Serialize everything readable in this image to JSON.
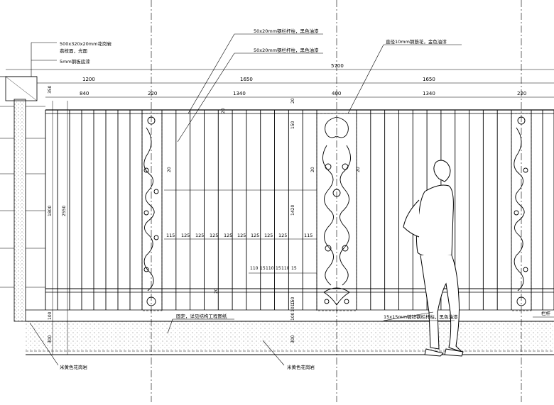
{
  "drawing": {
    "total_width": "5700",
    "top_dims": [
      "1200",
      "1650",
      "1650"
    ],
    "sub_dims": [
      "840",
      "220",
      "1340",
      "400",
      "1340",
      "220"
    ],
    "left_dims": [
      "350",
      "1800",
      "2550",
      "300"
    ],
    "left_height_small": "100",
    "panel_height": "1420",
    "mid_left": [
      "150",
      "100",
      "1010",
      "20",
      "100",
      "150",
      "300"
    ],
    "bar_spacing": [
      "115",
      "125",
      "125",
      "125",
      "125",
      "125",
      "125",
      "125",
      "125",
      "115"
    ],
    "detail_spacing": [
      "110",
      "15",
      "110",
      "15",
      "110",
      "15"
    ],
    "small_dims": [
      "20",
      "20",
      "20",
      "20",
      "20"
    ]
  },
  "annotations": {
    "stone_cap": "500x320x20mm花岗岩",
    "stone_cap_2": "荔枝面，光面",
    "steel_plate": "5mm钢板底漆",
    "rail_top": "50x20mm钢栏杆柱，黑色油漆",
    "rail_mid": "50x20mm钢栏杆柱，黑色油漆",
    "ornament": "直径10mm钢筋花，金色油漆",
    "base_note": "固定，详见结构工程图纸",
    "post_note": "15x15mm镀锌钢栏杆柱，黑色油漆",
    "ground_left": "米黄色花岗岩",
    "ground_right": "米黄色花岗岩",
    "edge_note": "栏杆"
  }
}
